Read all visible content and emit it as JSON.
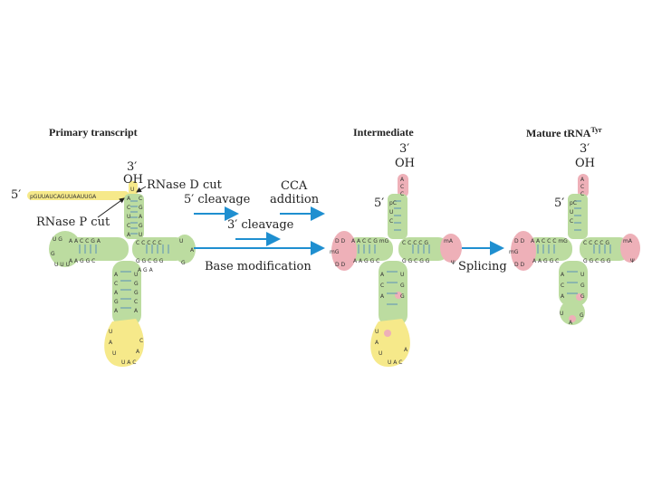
{
  "headers": {
    "primary": "Primary transcript",
    "intermediate": "Intermediate",
    "mature": "Mature tRNA",
    "mature_sup": "Tyr"
  },
  "ends": {
    "three_prime": "3′",
    "oh": "OH",
    "five_prime": "5′"
  },
  "primary_labels": {
    "rnase_d": "RNase D cut",
    "rnase_p": "RNase P cut",
    "leader": "pGUUAUCAGUUAAUUGA"
  },
  "steps": {
    "five_cleavage": "5′ cleavage",
    "cca": "CCA",
    "addition": "addition",
    "three_cleavage": "3′ cleavage",
    "base_mod": "Base modification",
    "splicing": "Splicing"
  },
  "colors": {
    "stem": "#bcdca0",
    "leader": "#f6e98a",
    "modified": "#eeb0b8",
    "arrow": "#1f8fd0",
    "pair": "#5a8fb8"
  }
}
